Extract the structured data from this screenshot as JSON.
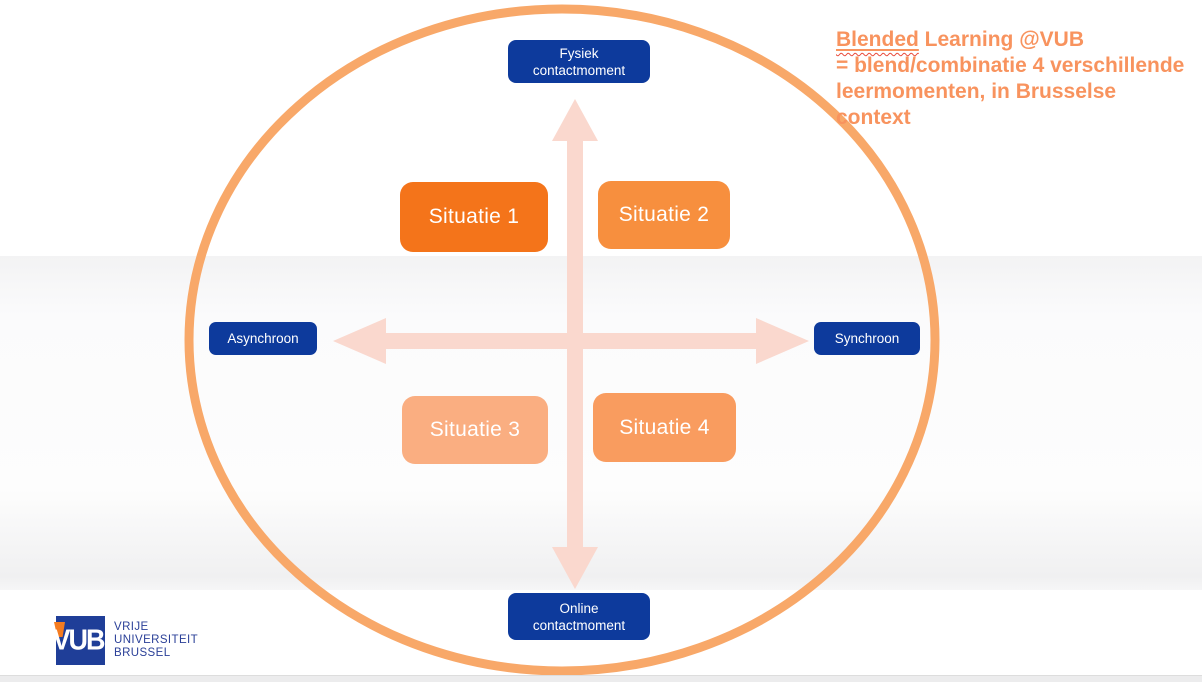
{
  "title": {
    "word_underlined": "Blended",
    "line1_rest": " Learning @VUB",
    "line2": "= blend/combinatie 4 verschillende",
    "line3": "leermomenten, in Brusselse context",
    "color": "#F8935E"
  },
  "circle": {
    "stroke_color": "#F8A869"
  },
  "axes": {
    "arrow_color": "#FAD8CE",
    "label_bg_color": "#0d3a9c",
    "top": {
      "line1": "Fysiek",
      "line2": "contactmoment"
    },
    "bottom": {
      "line1": "Online",
      "line2": "contactmoment"
    },
    "left": {
      "label": "Asynchroon"
    },
    "right": {
      "label": "Synchroon"
    }
  },
  "quadrant": {
    "boxes": [
      {
        "label": "Situatie 1",
        "color": "#F4741A"
      },
      {
        "label": "Situatie 2",
        "color": "#F78F3E"
      },
      {
        "label": "Situatie 3",
        "color": "#FAAE81"
      },
      {
        "label": "Situatie 4",
        "color": "#F99C5F"
      }
    ]
  },
  "logo": {
    "acronym": "VUB",
    "line1": "VRIJE",
    "line2": "UNIVERSITEIT",
    "line3": "BRUSSEL",
    "square_color": "#1f3e98",
    "accent_color": "#F57C20",
    "text_color": "#2b4098"
  }
}
